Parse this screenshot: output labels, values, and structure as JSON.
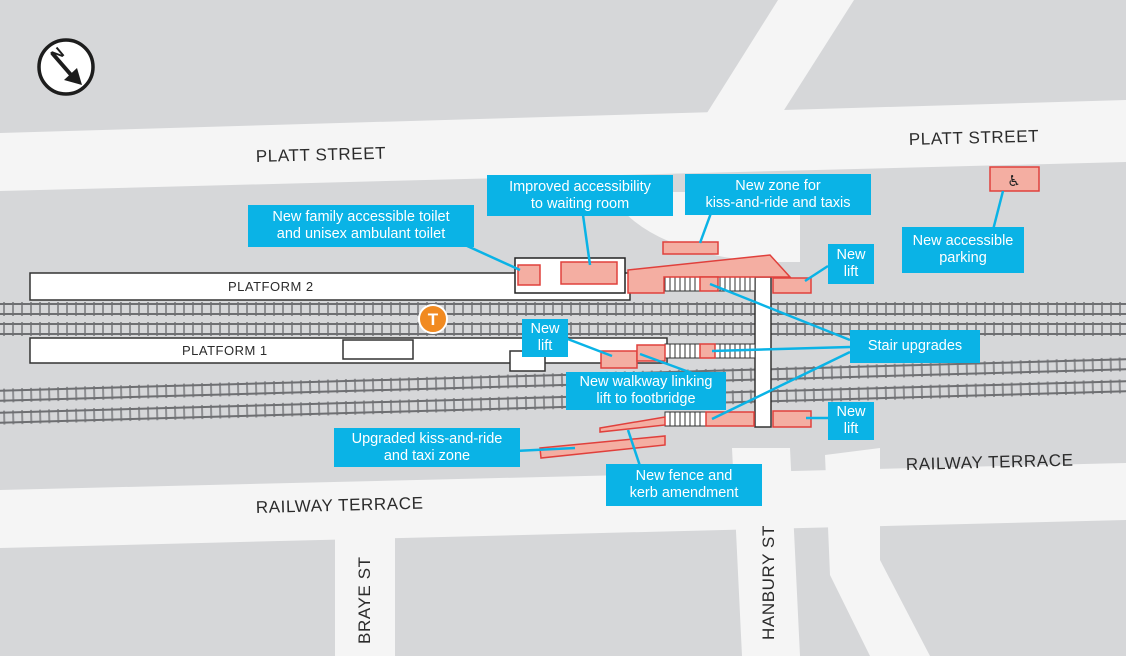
{
  "streets": {
    "platt_left": "PLATT STREET",
    "platt_right": "PLATT STREET",
    "railway_left": "RAILWAY TERRACE",
    "railway_right": "RAILWAY TERRACE",
    "braye": "BRAYE ST",
    "hanbury": "HANBURY ST"
  },
  "platforms": {
    "p1": "PLATFORM 1",
    "p2": "PLATFORM 2"
  },
  "legend": {
    "north": "N",
    "station_marker": "T",
    "accessible_symbol": "♿"
  },
  "callouts": {
    "toilet": [
      "New family accessible toilet",
      "and unisex ambulant toilet"
    ],
    "waiting": [
      "Improved accessibility",
      "to waiting room"
    ],
    "kiss_new": [
      "New zone for",
      "kiss-and-ride and taxis"
    ],
    "parking": [
      "New accessible",
      "parking"
    ],
    "lift_top": [
      "New",
      "lift"
    ],
    "lift_mid": [
      "New",
      "lift"
    ],
    "lift_bottom": [
      "New",
      "lift"
    ],
    "stairs": [
      "Stair upgrades"
    ],
    "walkway": [
      "New walkway linking",
      "lift to footbridge"
    ],
    "kiss_upgraded": [
      "Upgraded kiss-and-ride",
      "and taxi zone"
    ],
    "fence": [
      "New fence and",
      "kerb amendment"
    ]
  },
  "colors": {
    "background": "#d6d7d9",
    "road": "#f5f5f5",
    "callout": "#0ab3e6",
    "works_fill": "#f4aea2",
    "works_stroke": "#e0403c",
    "station_marker": "#f18a21"
  }
}
